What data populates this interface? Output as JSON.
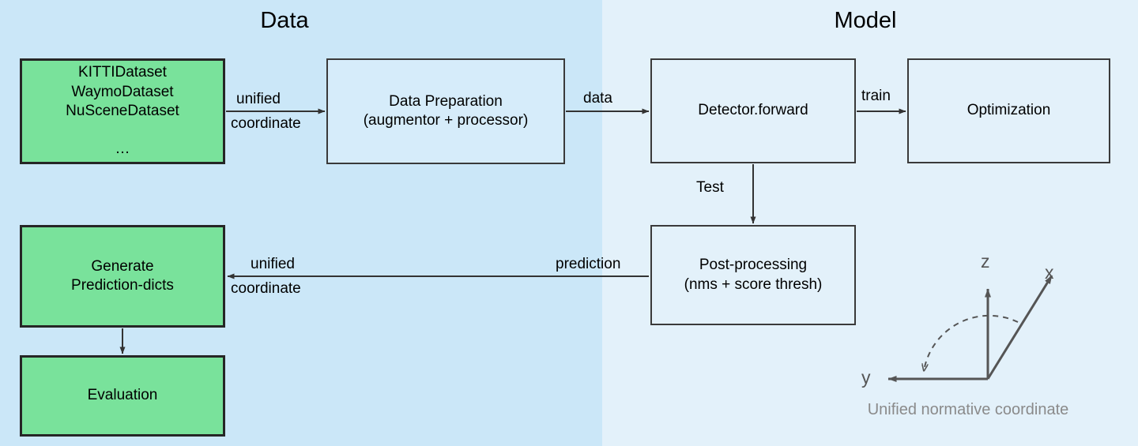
{
  "figure": {
    "background_left_color": "#cbe7f8",
    "background_right_color": "#e3f1fa",
    "node_green_color": "#79e29b",
    "node_plain_color": "#d6ecfa",
    "border_color": "#262626",
    "arrow_color": "#333333"
  },
  "sections": {
    "data_title": "Data",
    "model_title": "Model"
  },
  "nodes": {
    "datasets": "KITTIDataset\nWaymoDataset\nNuSceneDataset\n\n…",
    "data_preparation": "Data Preparation\n(augmentor + processor)",
    "detector_forward": "Detector.forward",
    "optimization": "Optimization",
    "post_processing": "Post-processing\n(nms + score thresh)",
    "generate_prediction_dicts": "Generate\nPrediction-dicts",
    "evaluation": "Evaluation"
  },
  "edges": {
    "unified_top_line1": "unified",
    "unified_top_line2": "coordinate",
    "data": "data",
    "train": "train",
    "test": "Test",
    "prediction": "prediction",
    "unified_bottom_line1": "unified",
    "unified_bottom_line2": "coordinate"
  },
  "coordinate_frame": {
    "axis_z": "z",
    "axis_x": "x",
    "axis_y": "y",
    "caption": "Unified normative coordinate"
  }
}
